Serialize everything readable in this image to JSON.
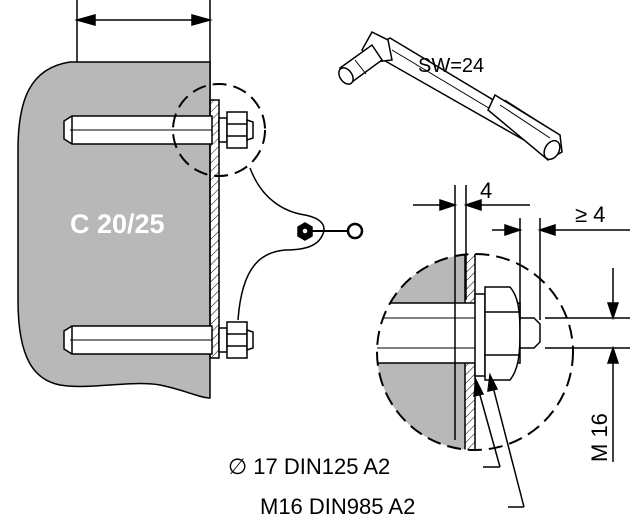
{
  "labels": {
    "concrete_grade": "C 20/25",
    "wrench_size": "SW=24",
    "dim_washer_gap": "4",
    "dim_min_protrusion": "≥ 4",
    "dim_thread": "M 16",
    "washer_spec": "∅ 17 DIN125 A2",
    "nut_spec": "M16 DIN985 A2"
  },
  "colors": {
    "concrete": "#b8b8b8",
    "line": "#000000",
    "background": "#ffffff"
  }
}
